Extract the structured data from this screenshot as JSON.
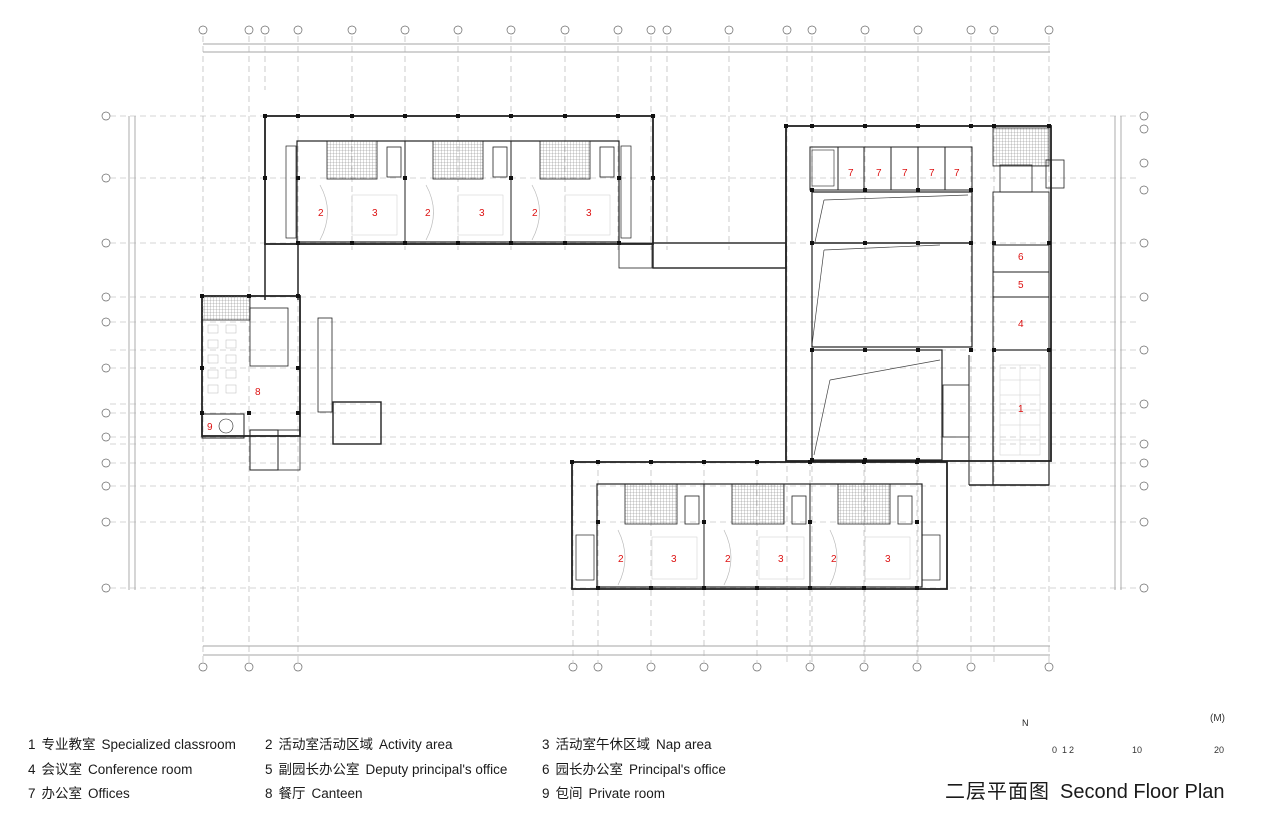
{
  "title": {
    "chinese": "二层平面图",
    "english": "Second Floor Plan"
  },
  "legend": [
    {
      "num": "1",
      "cn": "专业教室",
      "en": "Specialized classroom"
    },
    {
      "num": "2",
      "cn": "活动室活动区域",
      "en": "Activity area"
    },
    {
      "num": "3",
      "cn": "活动室午休区域",
      "en": "Nap area"
    },
    {
      "num": "4",
      "cn": "会议室",
      "en": "Conference room"
    },
    {
      "num": "5",
      "cn": "副园长办公室",
      "en": "Deputy principal's office"
    },
    {
      "num": "6",
      "cn": "园长办公室",
      "en": "Principal's office"
    },
    {
      "num": "7",
      "cn": "办公室",
      "en": "Offices"
    },
    {
      "num": "8",
      "cn": "餐厅",
      "en": "Canteen"
    },
    {
      "num": "9",
      "cn": "包间",
      "en": "Private room"
    }
  ],
  "scale_bar": {
    "unit": "(M)",
    "ticks": [
      "0",
      "1",
      "2",
      "10",
      "20"
    ]
  },
  "north_arrow": {
    "label": "N"
  },
  "room_labels": {
    "r1": "1",
    "r2": "2",
    "r3": "3",
    "r4": "4",
    "r5": "5",
    "r6": "6",
    "r7": "7",
    "r8": "8",
    "r9": "9"
  },
  "colors": {
    "room_label": "#dd1111",
    "wall": "#222222",
    "grid": "#999999"
  }
}
